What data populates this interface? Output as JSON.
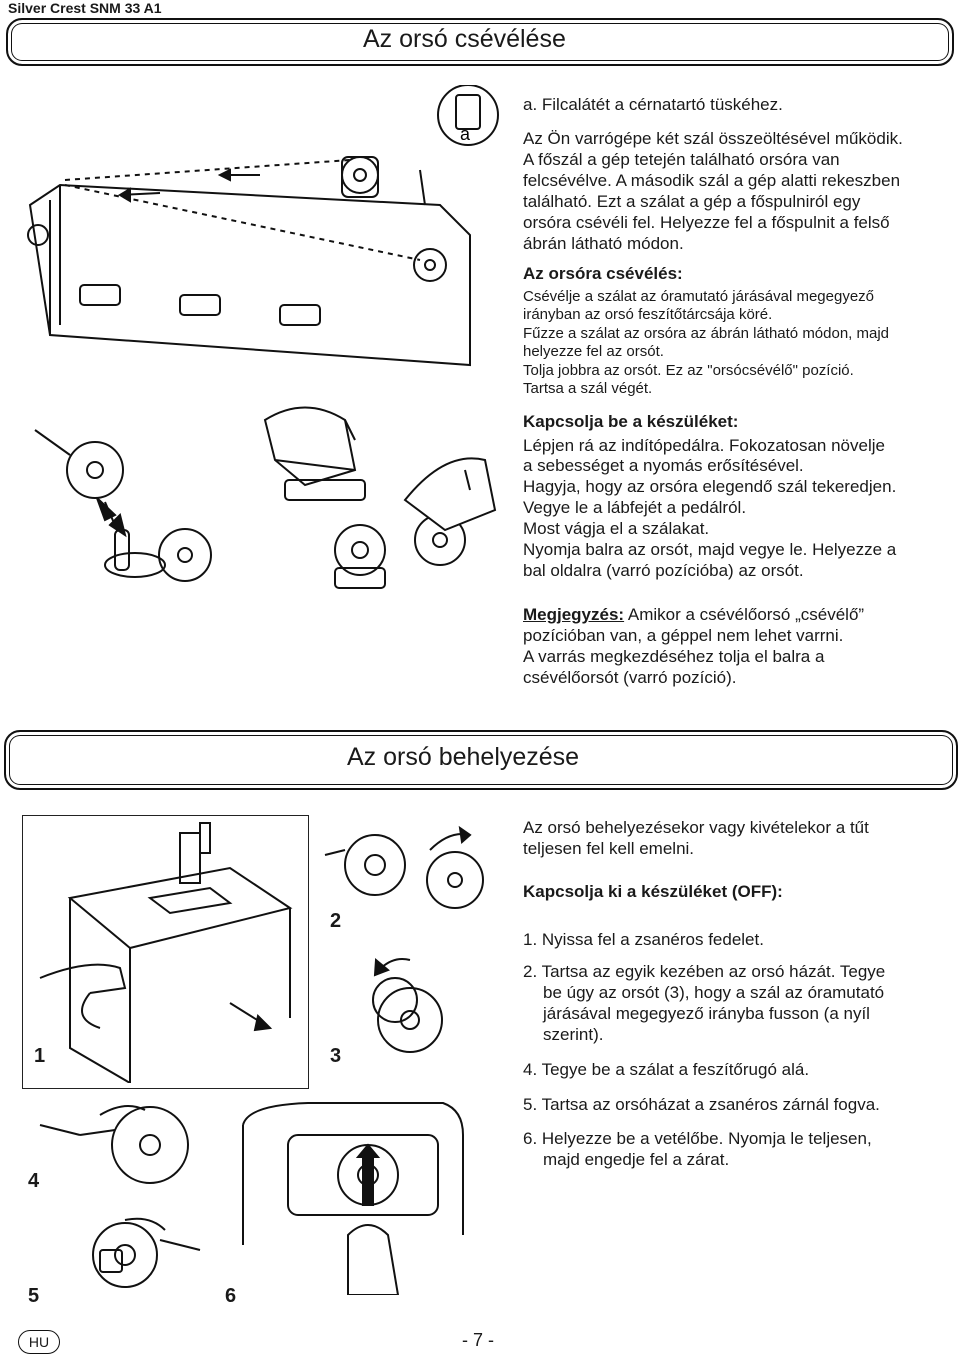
{
  "header": {
    "model": "Silver Crest SNM 33 A1"
  },
  "section1": {
    "title": "Az orsó csévélése",
    "intro": [
      "a. Filcalátét a cérnatartó tüskéhez.",
      "Az Ön varrógépe két szál összeöltésével működik.",
      "A főszál a gép tetején található orsóra van",
      "felcsévélve. A második szál a gép alatti rekeszben",
      "található. Ezt a szálat a gép a főspulniról egy",
      "orsóra csévéli fel. Helyezze fel a főspulnit a felső",
      "ábrán látható módon."
    ],
    "winding_heading": "Az orsóra csévélés:",
    "winding_lines": [
      "Csévélje a szálat az óramutató járásával megegyező",
      "irányban az orsó feszítőtárcsája köré.",
      "Fűzze a szálat az orsóra az ábrán látható módon, majd",
      "helyezze fel az orsót.",
      "Tolja jobbra az orsót. Ez az \"orsócsévélő\" pozíció.",
      "Tartsa a szál végét."
    ],
    "switch_heading": "Kapcsolja be a készüléket:",
    "switch_lines": [
      "Lépjen rá az indítópedálra. Fokozatosan növelje",
      "a sebességet a nyomás erősítésével.",
      "Hagyja, hogy az orsóra elegendő szál tekeredjen.",
      "Vegye le a lábfejét a pedálról.",
      "Most vágja el a szálakat.",
      "Nyomja balra az orsót, majd vegye le. Helyezze a",
      "bal oldalra (varró pozícióba) az orsót."
    ],
    "note_label": "Megjegyzés:",
    "note_first": " Amikor a csévélőorsó „csévélő”",
    "note_lines": [
      "pozícióban van, a géppel nem lehet varrni.",
      "A varrás megkezdéséhez tolja el balra a",
      "csévélőorsót (varró pozíció)."
    ],
    "figure_label_a": "a"
  },
  "section2": {
    "title": "Az orsó behelyezése",
    "intro": [
      "Az orsó behelyezésekor vagy kivételekor a tűt",
      "teljesen fel kell emelni."
    ],
    "off_heading": "Kapcsolja ki a készüléket (OFF):",
    "steps": [
      [
        "1. Nyissa fel a zsanéros fedelet."
      ],
      [
        "2. Tartsa az egyik kezében az orsó házát. Tegye",
        "be úgy az orsót (3), hogy a szál az óramutató",
        "járásával megegyező irányba fusson (a nyíl",
        "szerint)."
      ],
      [
        "4. Tegye be a szálat a feszítőrugó alá."
      ],
      [
        "5. Tartsa az orsóházat a zsanéros zárnál fogva."
      ],
      [
        "6. Helyezze be a vetélőbe. Nyomja le teljesen,",
        "majd engedje fel a zárat."
      ]
    ],
    "figure_numbers": [
      "1",
      "2",
      "3",
      "4",
      "5",
      "6"
    ]
  },
  "footer": {
    "lang": "HU",
    "page": "- 7 -"
  }
}
